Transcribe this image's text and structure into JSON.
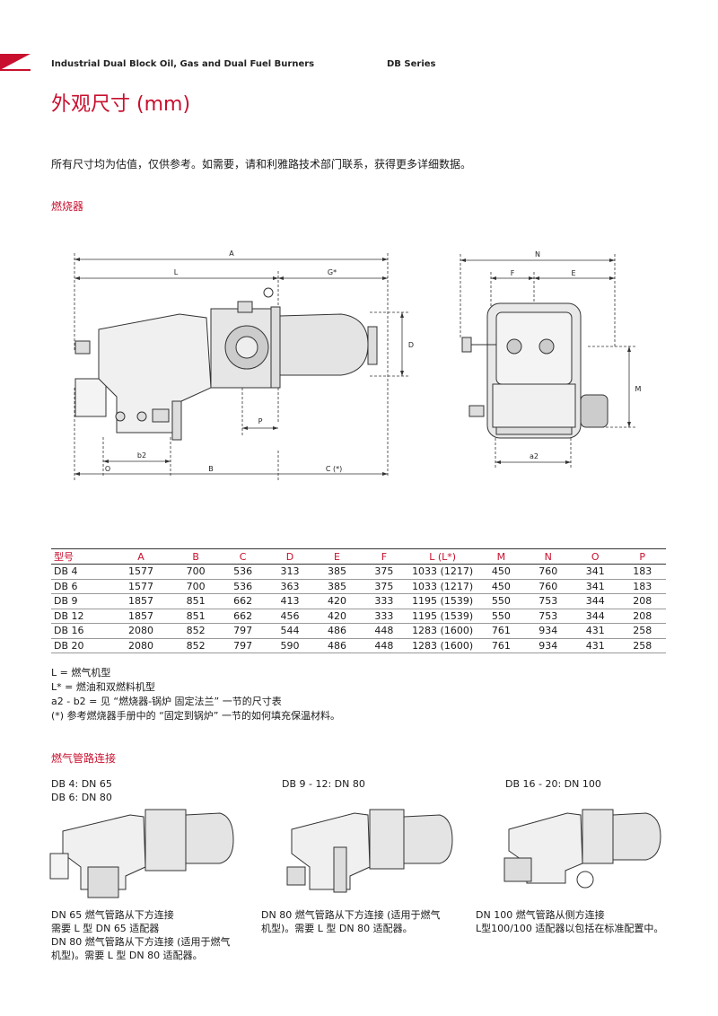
{
  "header": {
    "series_title": "Industrial Dual Block Oil, Gas and Dual Fuel Burners",
    "series_code": "DB Series"
  },
  "page_title": "外观尺寸 (mm)",
  "intro_text": "所有尺寸均为估值，仅供参考。如需要，请和利雅路技术部门联系，获得更多详细数据。",
  "burner_section": "燃烧器",
  "drawing_labels": {
    "A": "A",
    "L": "L",
    "G": "G*",
    "D": "D",
    "P": "P",
    "b2": "b2",
    "O": "O",
    "B": "B",
    "C": "C (*)",
    "N": "N",
    "F": "F",
    "E": "E",
    "M": "M",
    "a2": "a2"
  },
  "table": {
    "headers": [
      "型号",
      "A",
      "B",
      "C",
      "D",
      "E",
      "F",
      "L (L*)",
      "M",
      "N",
      "O",
      "P"
    ],
    "rows": [
      [
        "DB 4",
        "1577",
        "700",
        "536",
        "313",
        "385",
        "375",
        "1033 (1217)",
        "450",
        "760",
        "341",
        "183"
      ],
      [
        "DB 6",
        "1577",
        "700",
        "536",
        "363",
        "385",
        "375",
        "1033 (1217)",
        "450",
        "760",
        "341",
        "183"
      ],
      [
        "DB 9",
        "1857",
        "851",
        "662",
        "413",
        "420",
        "333",
        "1195 (1539)",
        "550",
        "753",
        "344",
        "208"
      ],
      [
        "DB 12",
        "1857",
        "851",
        "662",
        "456",
        "420",
        "333",
        "1195 (1539)",
        "550",
        "753",
        "344",
        "208"
      ],
      [
        "DB 16",
        "2080",
        "852",
        "797",
        "544",
        "486",
        "448",
        "1283 (1600)",
        "761",
        "934",
        "431",
        "258"
      ],
      [
        "DB 20",
        "2080",
        "852",
        "797",
        "590",
        "486",
        "448",
        "1283 (1600)",
        "761",
        "934",
        "431",
        "258"
      ]
    ]
  },
  "notes": [
    "L = 燃气机型",
    "L* = 燃油和双燃料机型",
    "a2 - b2 = 见 “燃烧器-锅炉 固定法兰” 一节的尺寸表",
    "(*) 参考燃烧器手册中的 “固定到锅炉” 一节的如何填充保温材料。"
  ],
  "gas_section": "燃气管路连接",
  "gas_connections": [
    {
      "heading": [
        "DB 4: DN 65",
        "DB 6: DN 80"
      ],
      "caption": [
        "DN 65 燃气管路从下方连接",
        "需要 L 型 DN 65 适配器",
        "DN 80 燃气管路从下方连接 (适用于燃气",
        "机型)。需要 L 型 DN 80 适配器。"
      ]
    },
    {
      "heading": [
        "DB 9 - 12: DN 80"
      ],
      "caption": [
        "DN 80 燃气管路从下方连接 (适用于燃气",
        "机型)。需要 L 型 DN 80 适配器。"
      ]
    },
    {
      "heading": [
        "DB 16 - 20: DN 100"
      ],
      "caption": [
        "DN 100 燃气管路从侧方连接",
        "L型100/100 适配器以包括在标准配置中。"
      ]
    }
  ],
  "colors": {
    "accent": "#c8102e",
    "text": "#1a1a1a",
    "line": "#333333"
  }
}
